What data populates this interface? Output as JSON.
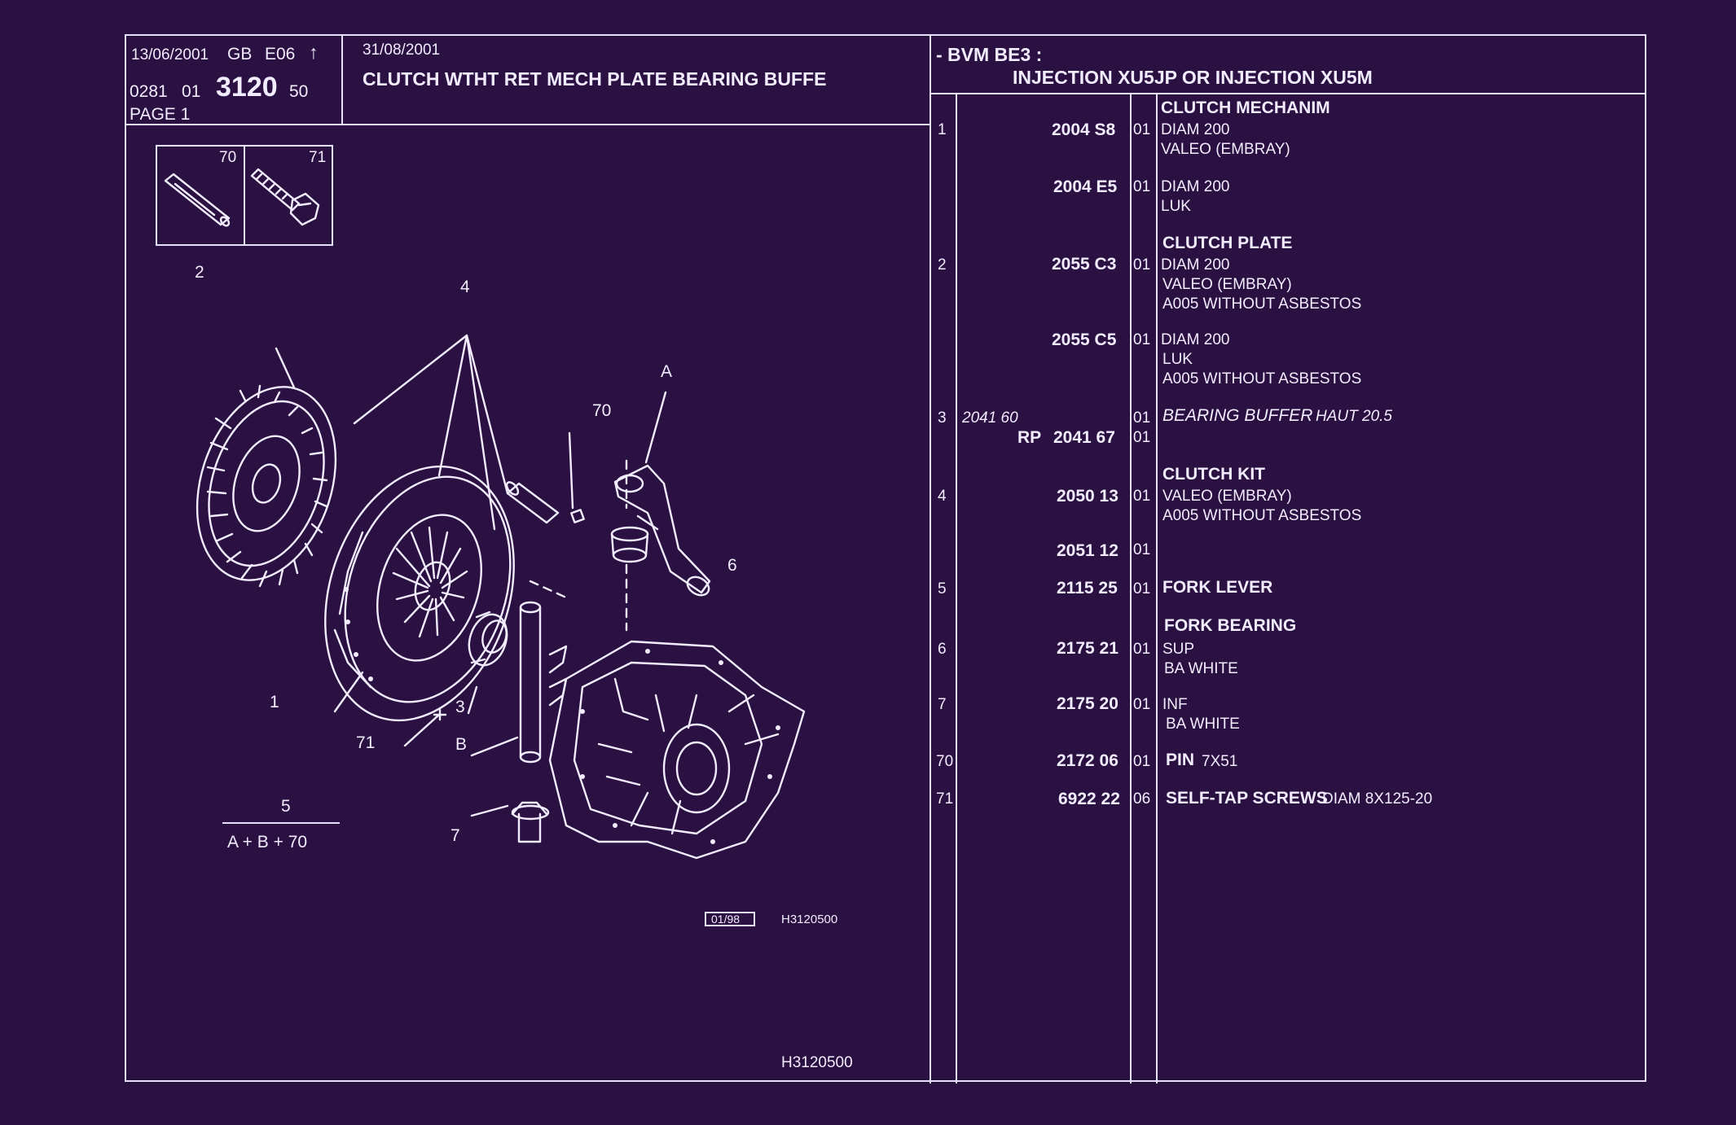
{
  "header": {
    "date1": "13/06/2001",
    "lang": "GB",
    "edition": "E06",
    "arrow_symbol": "↑",
    "ref_prefix": "0281",
    "ref_sub": "01",
    "ref_main": "3120",
    "ref_suffix": "50",
    "page": "PAGE 1",
    "date2": "31/08/2001",
    "title": "CLUTCH WTHT RET MECH PLATE BEARING BUFFE"
  },
  "application": {
    "line1": "- BVM BE3 :",
    "line2": "INJECTION XU5JP OR INJECTION XU5M"
  },
  "diagram": {
    "inset_labels": [
      "70",
      "71"
    ],
    "callouts": [
      "2",
      "4",
      "A",
      "70",
      "6",
      "1",
      "3",
      "B",
      "71",
      "7"
    ],
    "kit_formula_number": "5",
    "kit_formula": "A + B + 70",
    "figure_date_ref": "01/98",
    "figure_ref": "H3120500",
    "bottom_ref": "H3120500"
  },
  "parts": [
    {
      "idx": "1",
      "ref": "2004 S8",
      "qty": "01",
      "desc_bold": "CLUTCH MECHANIM",
      "desc_lines": [
        "DIAM 200",
        "VALEO (EMBRAY)"
      ]
    },
    {
      "idx": "",
      "ref": "2004 E5",
      "qty": "01",
      "desc_bold": "",
      "desc_lines": [
        "DIAM 200",
        "LUK"
      ]
    },
    {
      "idx": "2",
      "ref": "2055 C3",
      "qty": "01",
      "desc_bold": "CLUTCH PLATE",
      "desc_lines": [
        "DIAM 200",
        "VALEO (EMBRAY)",
        "A005 WITHOUT ASBESTOS"
      ]
    },
    {
      "idx": "",
      "ref": "2055 C5",
      "qty": "01",
      "desc_bold": "",
      "desc_lines": [
        "DIAM 200",
        "LUK",
        "A005 WITHOUT ASBESTOS"
      ]
    },
    {
      "idx": "3",
      "ref_old": "2041 60",
      "ref_prefix": "RP",
      "ref": "2041 67",
      "qty": "01",
      "qty2": "01",
      "desc_italic": "BEARING BUFFER",
      "desc_italic_tail": "HAUT 20.5"
    },
    {
      "idx": "4",
      "ref": "2050 13",
      "qty": "01",
      "desc_bold": "CLUTCH KIT",
      "desc_lines": [
        "VALEO (EMBRAY)",
        "A005 WITHOUT ASBESTOS"
      ]
    },
    {
      "idx": "",
      "ref": "2051 12",
      "qty": "01"
    },
    {
      "idx": "5",
      "ref": "2115 25",
      "qty": "01",
      "desc_bold": "FORK LEVER"
    },
    {
      "idx": "6",
      "ref": "2175 21",
      "qty": "01",
      "desc_bold": "FORK BEARING",
      "desc_lines": [
        "SUP",
        "BA WHITE"
      ]
    },
    {
      "idx": "7",
      "ref": "2175 20",
      "qty": "01",
      "desc_lines": [
        "INF",
        "BA WHITE"
      ]
    },
    {
      "idx": "70",
      "ref": "2172 06",
      "qty": "01",
      "desc_bold": "PIN",
      "desc_tail": "7X51"
    },
    {
      "idx": "71",
      "ref": "6922 22",
      "qty": "06",
      "desc_bold": "SELF-TAP SCREWS",
      "desc_tail": "DIAM 8X125-20"
    }
  ]
}
